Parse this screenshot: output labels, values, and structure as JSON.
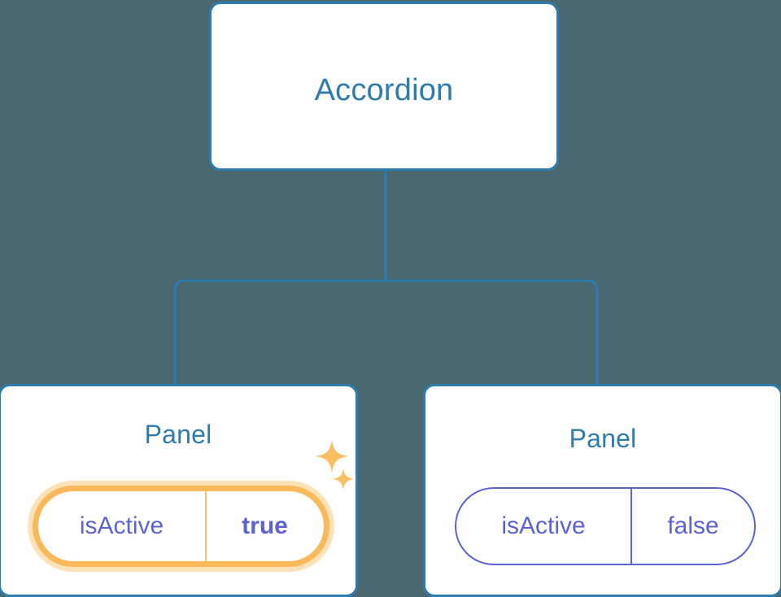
{
  "diagram": {
    "title": "Accordion component tree",
    "background_color": "#4a6872",
    "node_border_color": "#2e7bae",
    "node_title_color": "#2e7bae",
    "connector_color": "#2e7bae",
    "prop_text_color": "#5b63d3",
    "highlight_color": "#f9b95a",
    "highlight_halo_color": "#fde2b8"
  },
  "root": {
    "label": "Accordion"
  },
  "panels": [
    {
      "label": "Panel",
      "highlighted": true,
      "prop": {
        "key": "isActive",
        "value": "true"
      },
      "sparkles": [
        {
          "name": "sparkle-large"
        },
        {
          "name": "sparkle-small"
        }
      ]
    },
    {
      "label": "Panel",
      "highlighted": false,
      "prop": {
        "key": "isActive",
        "value": "false"
      }
    }
  ]
}
